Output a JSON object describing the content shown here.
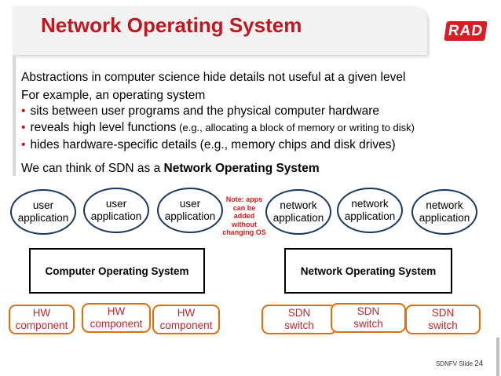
{
  "title": "Network Operating System",
  "logo": "RAD",
  "intro": "Abstractions in computer science hide details not useful at a given level",
  "example_lead": "For example, an operating system",
  "bullets": [
    {
      "main": "sits between user programs and the physical computer hardware",
      "extra": ""
    },
    {
      "main": "reveals high level functions",
      "extra": " (e.g., allocating a block of memory or writing to disk)"
    },
    {
      "main": "hides hardware-specific details (e.g., memory chips and disk drives)",
      "extra": ""
    }
  ],
  "conclusion_prefix": "We can think of SDN as a ",
  "conclusion_bold": "Network Operating System",
  "left_apps": [
    {
      "l1": "user",
      "l2": "application"
    },
    {
      "l1": "user",
      "l2": "application"
    },
    {
      "l1": "user",
      "l2": "application"
    }
  ],
  "right_apps": [
    {
      "l1": "network",
      "l2": "application"
    },
    {
      "l1": "network",
      "l2": "application"
    },
    {
      "l1": "network",
      "l2": "application"
    }
  ],
  "note": [
    "Note: apps",
    "can be",
    "added",
    "without",
    "changing OS"
  ],
  "left_os": "Computer Operating System",
  "right_os": "Network Operating System",
  "left_hw": [
    {
      "l1": "HW",
      "l2": "component"
    },
    {
      "l1": "HW",
      "l2": "component"
    },
    {
      "l1": "HW",
      "l2": "component"
    }
  ],
  "right_hw": [
    {
      "l1": "SDN",
      "l2": "switch"
    },
    {
      "l1": "SDN",
      "l2": "switch"
    },
    {
      "l1": "SDN",
      "l2": "switch"
    }
  ],
  "footer_label": "SDNFV Slide",
  "footer_page": "24",
  "colors": {
    "title": "#c01820",
    "oval_border": "#17375e",
    "hw_border": "#e46c0a",
    "hw_text": "#c0282e",
    "note": "#e01818"
  }
}
